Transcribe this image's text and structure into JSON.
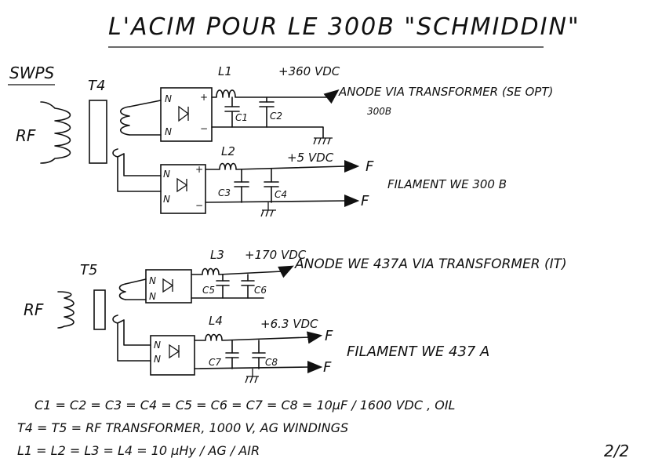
{
  "title": "L'ACIM POUR LE 300B \"SCHMIDDIN\"",
  "section1": {
    "label": "SWPS",
    "rf": "RF",
    "transformer": "T4",
    "block_a": {
      "inductor": "L1",
      "caps": [
        "C1",
        "C2"
      ],
      "voltage": "+360 VDC",
      "dest": "ANODE VIA TRANSFORMER (SE OPT)",
      "dest_sub": "300B",
      "rect_plus": "+",
      "rect_minus": "−",
      "rect_n1": "N",
      "rect_n2": "N"
    },
    "block_b": {
      "inductor": "L2",
      "caps": [
        "C3",
        "C4"
      ],
      "voltage": "+5 VDC",
      "f1": "F",
      "f2": "F",
      "dest": "FILAMENT WE 300 B",
      "rect_plus": "+",
      "rect_minus": "−",
      "rect_n1": "N",
      "rect_n2": "N"
    }
  },
  "section2": {
    "rf": "RF",
    "transformer": "T5",
    "block_a": {
      "inductor": "L3",
      "caps": [
        "C5",
        "C6"
      ],
      "voltage": "+170 VDC",
      "dest": "ANODE WE 437A VIA TRANSFORMER (IT)",
      "rect_n1": "N",
      "rect_n2": "N"
    },
    "block_b": {
      "inductor": "L4",
      "caps": [
        "C7",
        "C8"
      ],
      "voltage": "+6.3 VDC",
      "f1": "F",
      "f2": "F",
      "dest": "FILAMENT WE 437 A",
      "rect_n1": "N",
      "rect_n2": "N"
    }
  },
  "notes": [
    "C1 = C2 = C3 = C4 = C5 = C6 = C7 = C8 = 10µF / 1600 VDC , OIL",
    "T4 = T5 = RF TRANSFORMER, 1000 V, AG WINDINGS",
    "L1 = L2 = L3 = L4 = 10 µHy / AG / AIR"
  ],
  "page": "2/2"
}
